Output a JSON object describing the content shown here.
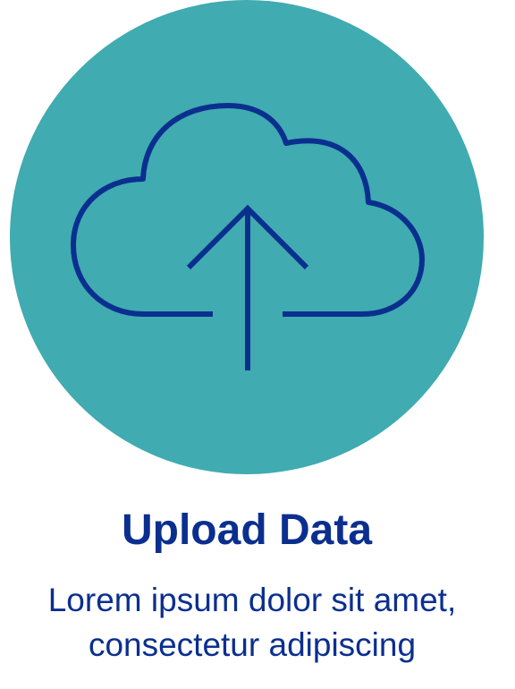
{
  "card": {
    "icon": "cloud-upload-icon",
    "title": "Upload Data",
    "description_lines": [
      "Lorem ipsum dolor sit amet,",
      "consectetur adipiscing"
    ]
  },
  "colors": {
    "circle": "#40abb0",
    "icon_stroke": "#0b2f8f",
    "text": "#0b2f8f"
  }
}
